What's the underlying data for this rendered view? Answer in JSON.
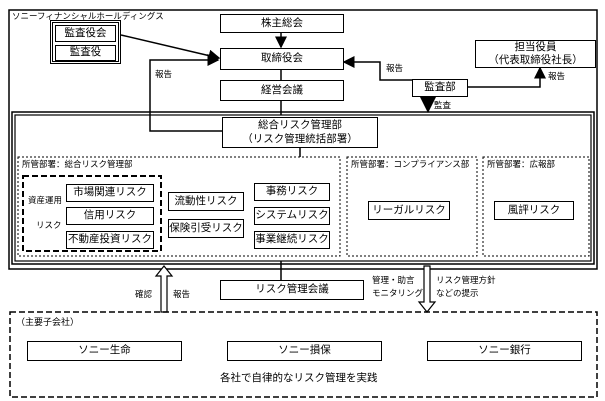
{
  "company": "ソニーフィナンシャルホールディングス",
  "nodes": {
    "shareholders": "株主総会",
    "auditors_board": "監査役会",
    "auditor": "監査役",
    "board": "取締役会",
    "exec_committee": "経営会議",
    "officer_line1": "担当役員",
    "officer_line2": "（代表取締役社長）",
    "audit_dept": "監査部",
    "risk_dept_line1": "総合リスク管理部",
    "risk_dept_line2": "（リスク管理統括部署）",
    "market_risk": "市場関連リスク",
    "credit_risk": "信用リスク",
    "realestate_risk": "不動産投資リスク",
    "liquidity_risk": "流動性リスク",
    "insurance_risk": "保険引受リスク",
    "operational_risk": "事務リスク",
    "system_risk": "システムリスク",
    "bcp_risk": "事業継続リスク",
    "legal_risk": "リーガルリスク",
    "reputational_risk": "風評リスク",
    "risk_committee": "リスク管理会議",
    "sony_life": "ソニー生命",
    "sony_insurance": "ソニー損保",
    "sony_bank": "ソニー銀行"
  },
  "labels": {
    "asset_mgmt_line1": "資産運用",
    "asset_mgmt_line2": "リスク",
    "dept_risk": "所管部署：総合リスク管理部",
    "dept_compliance": "所管部署：コンプライアンス部",
    "dept_pr": "所管部署：広報部",
    "report_to_board": "報告",
    "report_audit": "報告",
    "report_officer": "報告",
    "audit_arrow": "監査",
    "confirm": "確認",
    "report_up": "報告",
    "guidance_line1": "管理・助言",
    "guidance_line2": "モニタリング",
    "policy_line1": "リスク管理方針",
    "policy_line2": "などの提示",
    "subsidiaries_title": "（主要子会社）",
    "autonomous": "各社で自律的なリスク管理を実践"
  }
}
